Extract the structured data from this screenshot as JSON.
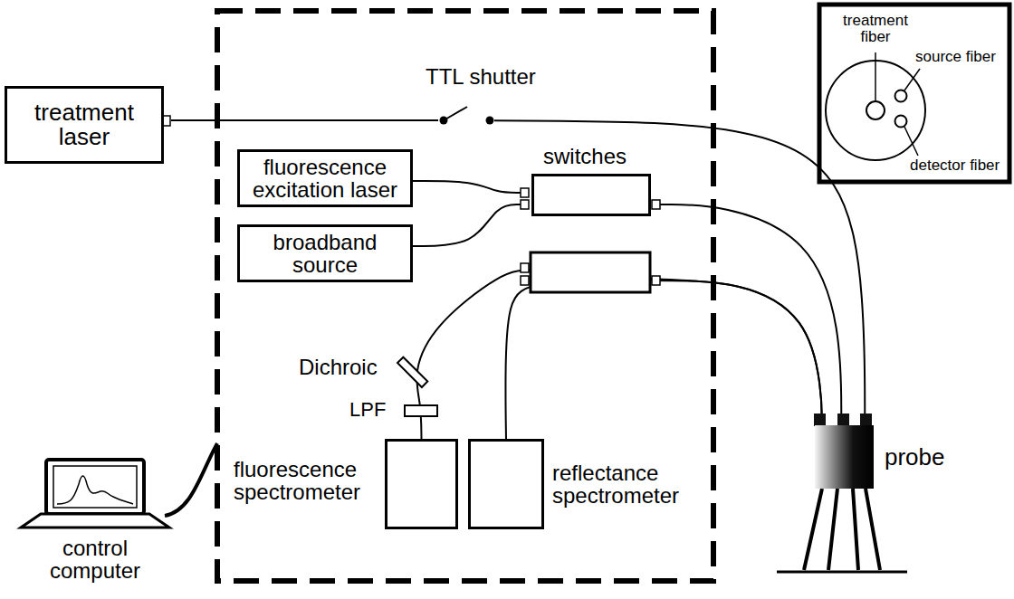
{
  "diagram": {
    "nodes": [
      {
        "text": [
          "treatment laser"
        ]
      },
      {
        "text": [
          "fluorescence excitation laser"
        ]
      },
      {
        "text": [
          "broadband source"
        ]
      },
      {
        "text": [
          "switches"
        ]
      },
      {
        "text": [
          "fluorescence spectrometer"
        ]
      },
      {
        "text": [
          "reflectance spectrometer"
        ]
      },
      {
        "text": [
          "probe"
        ]
      },
      {
        "text": [
          "control computer"
        ]
      }
    ],
    "edges": [
      {
        "from": 0,
        "to": 6,
        "arrow": "none"
      },
      {
        "from": 1,
        "to": 3,
        "arrow": "none"
      },
      {
        "from": 2,
        "to": 3,
        "arrow": "none"
      },
      {
        "from": 3,
        "to": 6,
        "arrow": "none"
      },
      {
        "from": 4,
        "to": 6,
        "arrow": "none"
      },
      {
        "from": 5,
        "to": 6,
        "arrow": "none"
      }
    ],
    "labels": [
      "TTL shutter",
      "Dichroic",
      "LPF",
      "treatment fiber",
      "source fiber",
      "detector fiber"
    ]
  }
}
